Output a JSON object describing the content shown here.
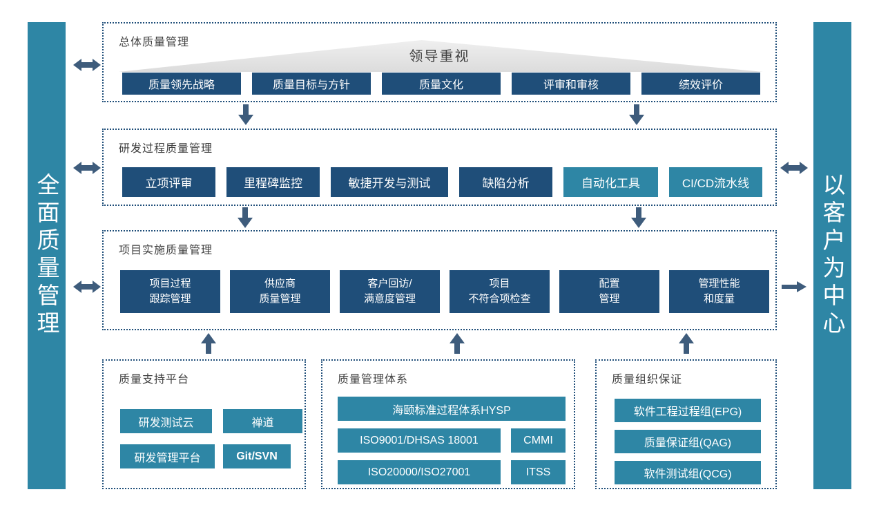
{
  "colors": {
    "teal": "#2E86A5",
    "navy": "#1F4E79",
    "arrow": "#3E5C7C",
    "dotted_border": "#1F4E79",
    "section_title_text": "#3F3F3F",
    "triangle_fill": "#E3E3E3"
  },
  "left_bar": {
    "text": "全面质量管理"
  },
  "right_bar": {
    "text": "以客户为中心"
  },
  "overall": {
    "title": "总体质量管理",
    "banner": "领导重视",
    "items": [
      "质量领先战略",
      "质量目标与方针",
      "质量文化",
      "评审和审核",
      "绩效评价"
    ]
  },
  "rd": {
    "title": "研发过程质量管理",
    "items": [
      "立项评审",
      "里程碑监控",
      "敏捷开发与测试",
      "缺陷分析",
      "自动化工具",
      "CI/CD流水线"
    ]
  },
  "project": {
    "title": "项目实施质量管理",
    "items": [
      {
        "line1": "项目过程",
        "line2": "跟踪管理"
      },
      {
        "line1": "供应商",
        "line2": "质量管理"
      },
      {
        "line1": "客户回访/",
        "line2": "满意度管理"
      },
      {
        "line1": "项目",
        "line2": "不符合项检查"
      },
      {
        "line1": "配置",
        "line2": "管理"
      },
      {
        "line1": "管理性能",
        "line2": "和度量"
      }
    ]
  },
  "support": {
    "title": "质量支持平台",
    "items": [
      "研发测试云",
      "禅道",
      "研发管理平台",
      "Git/SVN"
    ]
  },
  "system": {
    "title": "质量管理体系",
    "wide_item": "海颐标准过程体系HYSP",
    "items": [
      "ISO9001/DHSAS 18001",
      "CMMI",
      "ISO20000/ISO27001",
      "ITSS"
    ]
  },
  "org": {
    "title": "质量组织保证",
    "items": [
      "软件工程过程组(EPG)",
      "质量保证组(QAG)",
      "软件测试组(QCG)"
    ]
  }
}
